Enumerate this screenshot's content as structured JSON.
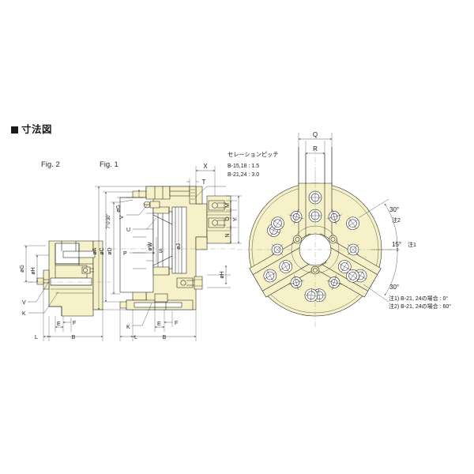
{
  "page": {
    "title_marker": "■",
    "title": "寸法図",
    "background_color": "#ffffff",
    "fill_color": "#f6f1c9",
    "line_color": "#1a1a1a",
    "centerline_color": "#8a8a6a"
  },
  "figures": {
    "fig2_label": "Fig. 2",
    "fig1_label": "Fig. 1"
  },
  "serration": {
    "title": "セレーションピッチ",
    "line1": "B-15,18 : 1.5",
    "line2": "B-21,24 : 3.0"
  },
  "front_view": {
    "angles": {
      "upper": "30°",
      "upper_note_ref": "注2",
      "middle": "15°",
      "middle_note_ref": "注1",
      "lower": "30°"
    },
    "dimensions": {
      "q": "Q",
      "r": "R"
    },
    "jaw_count": 3
  },
  "notes": {
    "note1": "注1)  B-21, 24の場合 : 0°",
    "note2": "注2)  B-21, 24の場合 : 60°"
  },
  "fig1_dimensions": {
    "dia_a": "øA",
    "dia_c": "øC",
    "dia_d": "øD",
    "dia_g": "øG",
    "dia_h": "øH",
    "angle_taper": "7°0'30\"",
    "v": "V",
    "u": "U",
    "p": "P",
    "w": "W",
    "s": "S",
    "j": "J",
    "k": "K",
    "e": "E",
    "f": "F",
    "l": "L",
    "b": "B",
    "x": "X",
    "t": "T",
    "m": "M",
    "o": "O",
    "n": "N",
    "y": "Y"
  },
  "fig2_dimensions": {
    "dia_g": "øG",
    "dia_h": "øH",
    "v": "V",
    "k": "K",
    "e": "E",
    "f": "F",
    "l": "L",
    "b": "B"
  }
}
